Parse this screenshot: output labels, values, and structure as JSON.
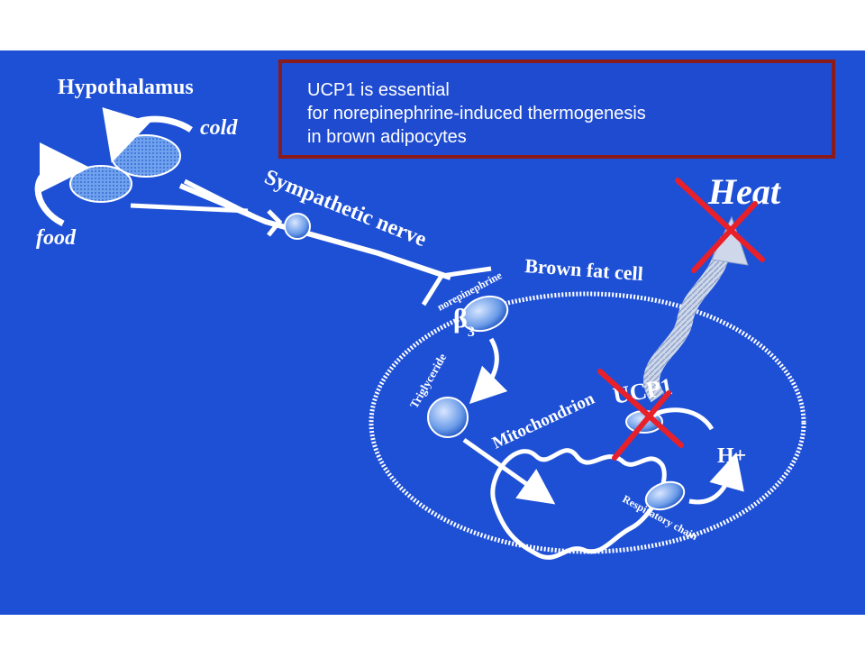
{
  "callout": {
    "line1": "UCP1 is essential",
    "line2": "for norepinephrine-induced thermogenesis",
    "line3": "in brown adipocytes"
  },
  "diagram": {
    "hypothalamus": "Hypothalamus",
    "cold": "cold",
    "food": "food",
    "sympathetic_nerve": "Sympathetic nerve",
    "brown_fat_cell": "Brown fat cell",
    "norepinephrine": "norepinephrine",
    "beta_receptor": "β",
    "beta_subscript": "3",
    "triglyceride": "Triglyceride",
    "mitochondrion": "Mitochondrion",
    "ucp1": "UCP1",
    "heat": "Heat",
    "proton": "H+",
    "respiratory_chain": "Respiratory chain"
  },
  "colors": {
    "background": "#1e50d6",
    "cross": "#e8202a",
    "callout_border": "#8b1a1a"
  }
}
